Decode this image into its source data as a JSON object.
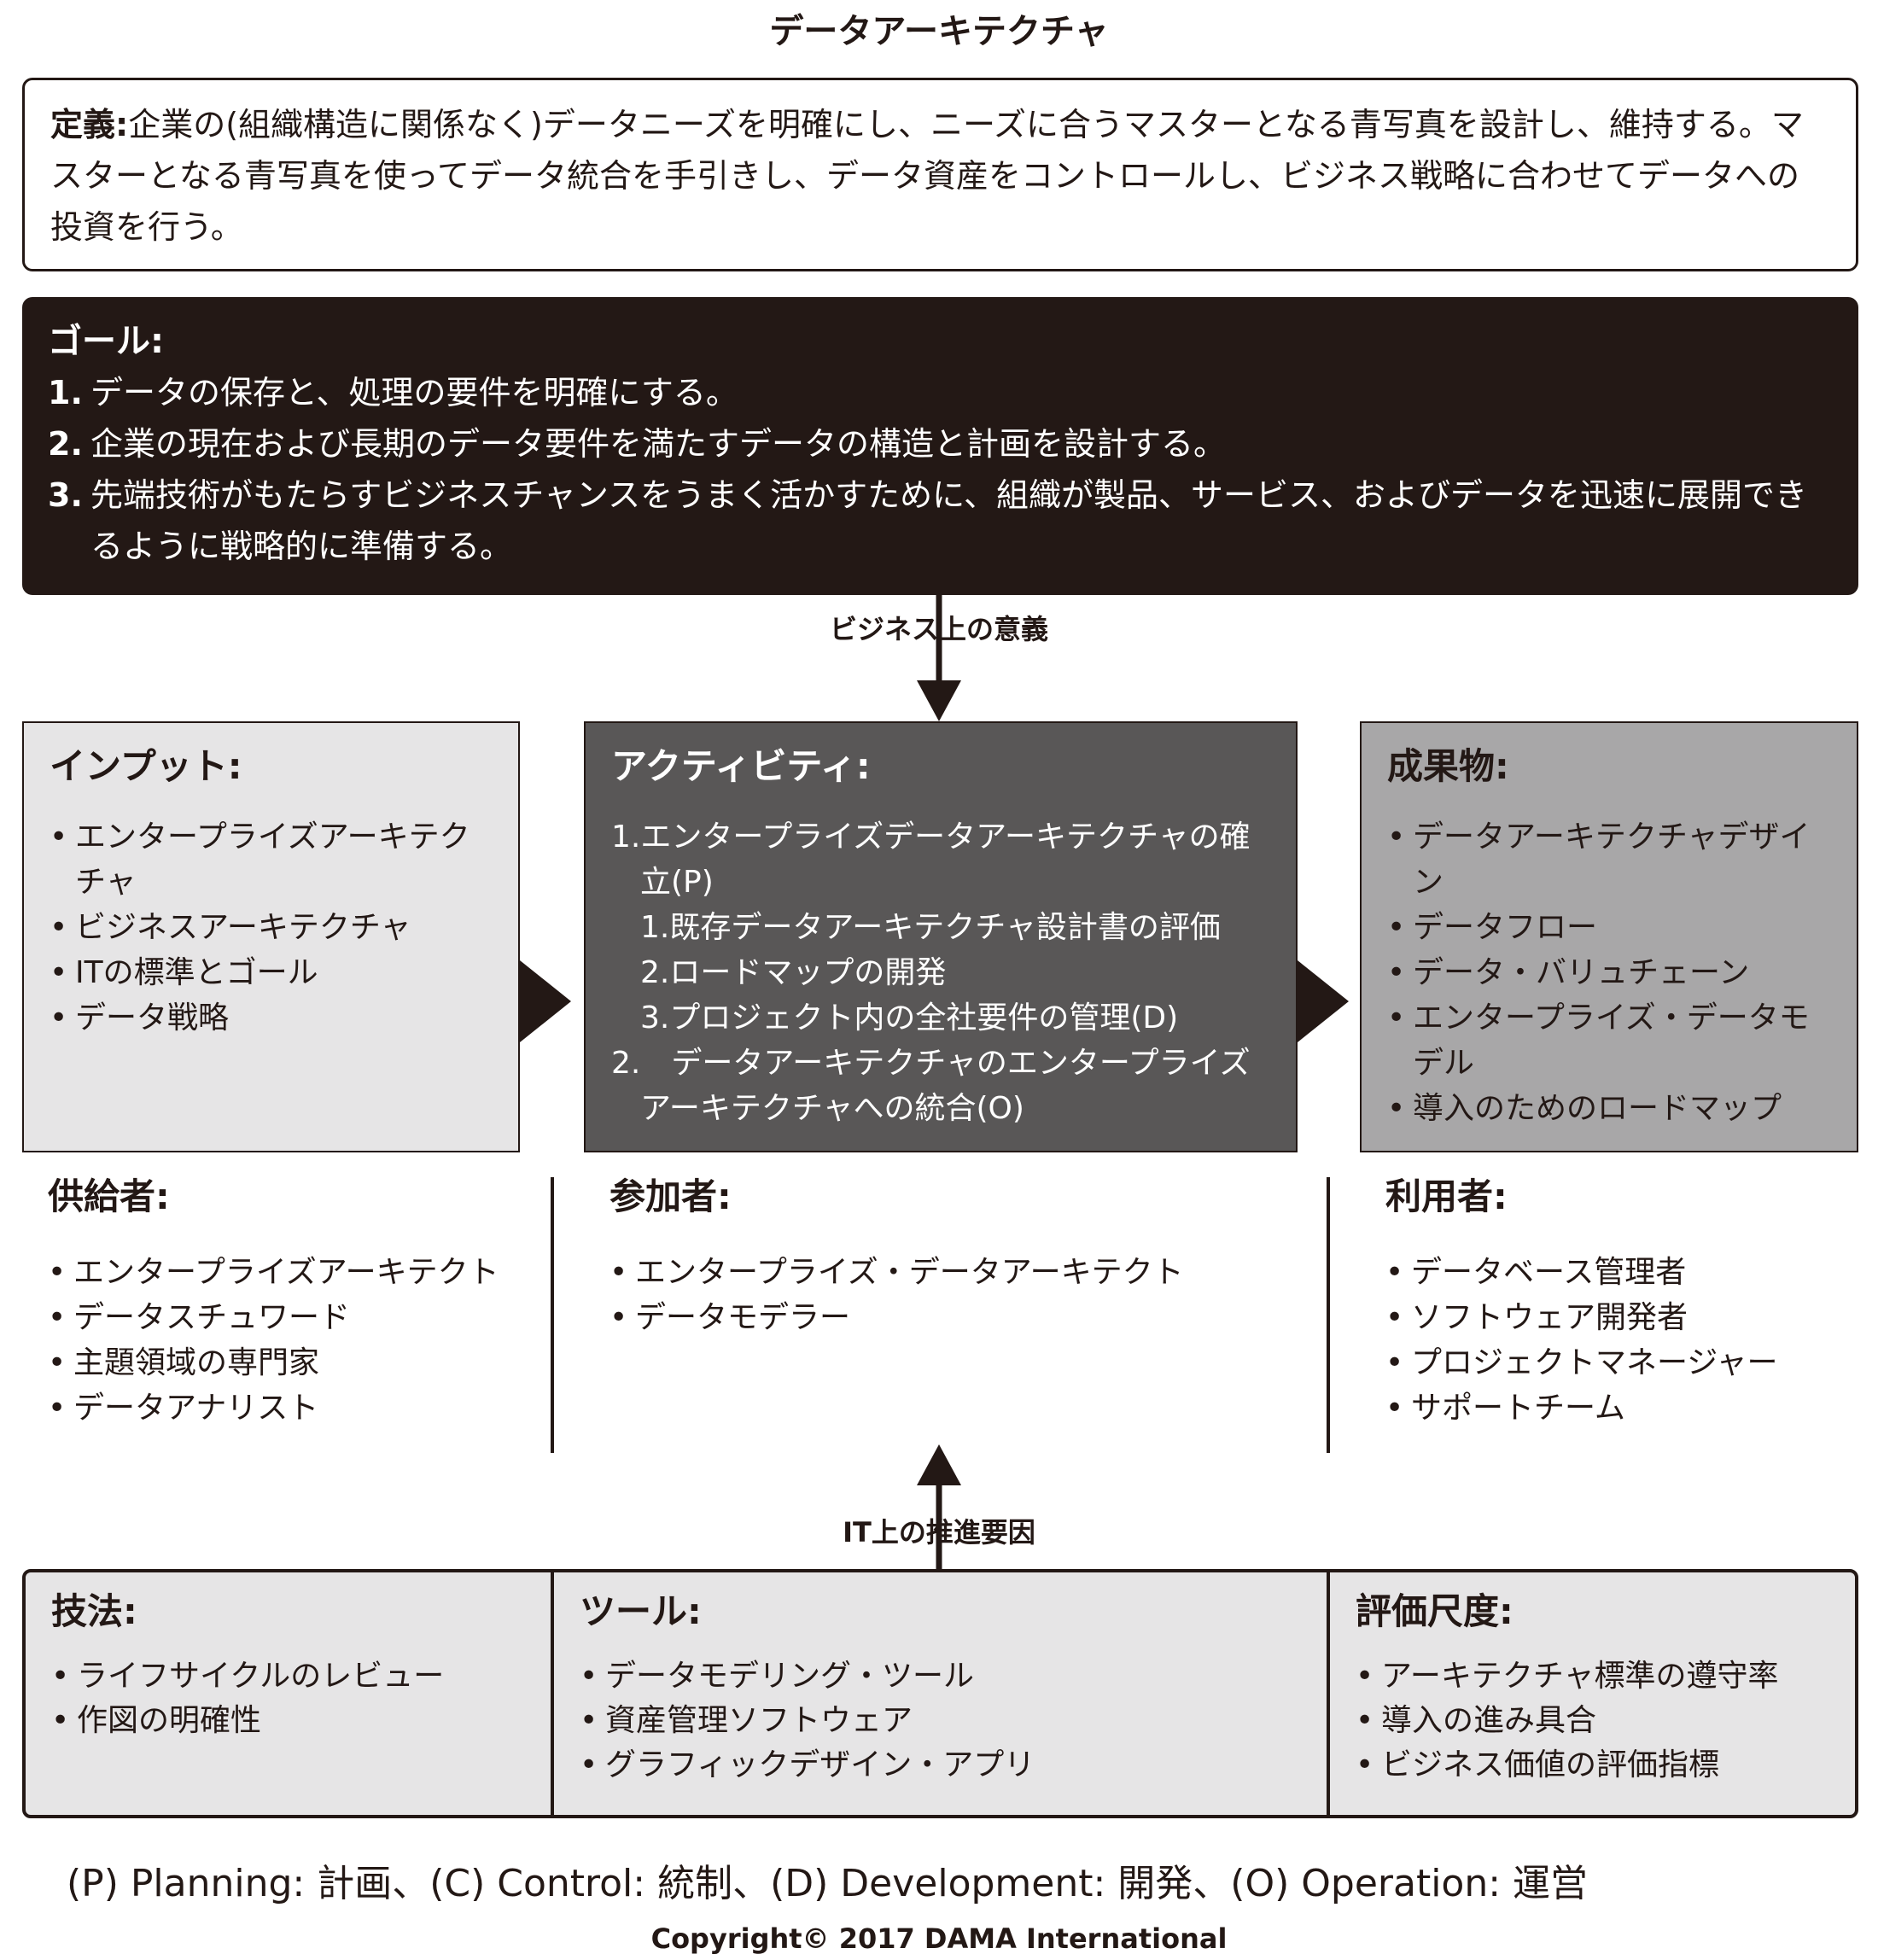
{
  "title": "データアーキテクチャ",
  "definition": {
    "label": "定義:",
    "text": "企業の(組織構造に関係なく)データニーズを明確にし、ニーズに合うマスターとなる青写真を設計し、維持する。マスターとなる青写真を使ってデータ統合を手引きし、データ資産をコントロールし、ビジネス戦略に合わせてデータへの投資を行う。"
  },
  "goals": {
    "label": "ゴール:",
    "items": [
      {
        "num": "1.",
        "text": "データの保存と、処理の要件を明確にする。"
      },
      {
        "num": "2.",
        "text": "企業の現在および長期のデータ要件を満たすデータの構造と計画を設計する。"
      },
      {
        "num": "3.",
        "text": "先端技術がもたらすビジネスチャンスをうまく活かすために、組織が製品、サービス、およびデータを迅速に展開できるように戦略的に準備する。"
      }
    ]
  },
  "business_driver": "ビジネス上の意義",
  "it_driver": "IT上の推進要因",
  "inputs": {
    "label": "インプット:",
    "items": [
      "エンタープライズアーキテクチャ",
      "ビジネスアーキテクチャ",
      "ITの標準とゴール",
      "データ戦略"
    ]
  },
  "activities": {
    "label": "アクティビティ:",
    "items": [
      "1.エンタープライズデータアーキテクチャの確立(P)",
      "1.既存データアーキテクチャ設計書の評価",
      "2.ロードマップの開発",
      "3.プロジェクト内の全社要件の管理(D)",
      "2.　データアーキテクチャのエンタープライズアーキテクチャへの統合(O)"
    ]
  },
  "deliverables": {
    "label": "成果物:",
    "items": [
      "データアーキテクチャデザイン",
      "データフロー",
      "データ・バリュチェーン",
      "エンタープライズ・データモデル",
      "導入のためのロードマップ"
    ]
  },
  "suppliers": {
    "label": "供給者:",
    "items": [
      "エンタープライズアーキテクト",
      "データスチュワード",
      "主題領域の専門家",
      "データアナリスト"
    ]
  },
  "participants": {
    "label": "参加者:",
    "items": [
      "エンタープライズ・データアーキテクト",
      "データモデラー"
    ]
  },
  "consumers": {
    "label": "利用者:",
    "items": [
      "データベース管理者",
      "ソフトウェア開発者",
      "プロジェクトマネージャー",
      "サポートチーム"
    ]
  },
  "techniques": {
    "label": "技法:",
    "items": [
      "ライフサイクルのレビュー",
      "作図の明確性"
    ]
  },
  "tools": {
    "label": "ツール:",
    "items": [
      "データモデリング・ツール",
      "資産管理ソフトウェア",
      "グラフィックデザイン・アプリ"
    ]
  },
  "metrics": {
    "label": "評価尺度:",
    "items": [
      "アーキテクチャ標準の遵守率",
      "導入の進み具合",
      "ビジネス価値の評価指標"
    ]
  },
  "bullet": "•",
  "legend": "(P) Planning: 計画、(C) Control: 統制、(D) Development: 開発、(O) Operation: 運営",
  "copyright": "Copyright© 2017 DAMA International",
  "colors": {
    "dark": "#231815",
    "activity": "#595757",
    "inputs": "#e6e5e6",
    "deliverables": "#a8a7a8"
  }
}
